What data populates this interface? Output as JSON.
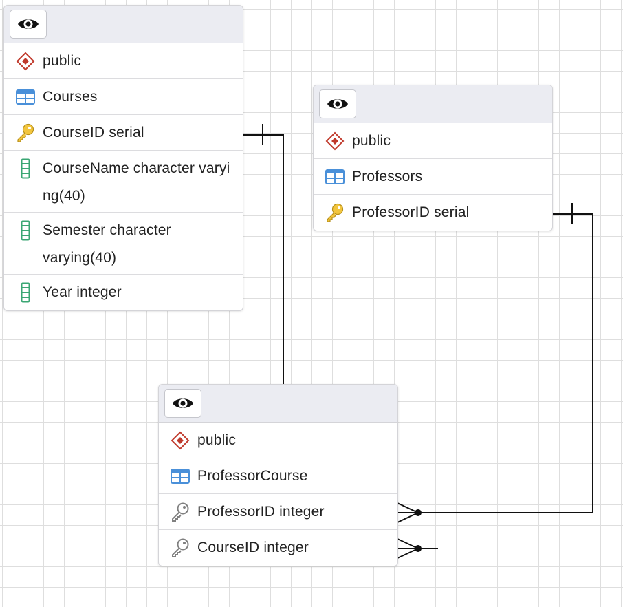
{
  "colors": {
    "schema_icon": "#c0392b",
    "table_icon": "#4a90d9",
    "primary_key_icon": "#f2c53d",
    "column_icon": "#3aa673",
    "foreign_key_icon": "#808080",
    "link_line": "#111111"
  },
  "tables": [
    {
      "header_icon": "eye-icon",
      "schema": "public",
      "name": "Courses",
      "columns": [
        {
          "label": "CourseID serial",
          "kind": "primary-key"
        },
        {
          "label": "CourseName character varying(40)",
          "kind": "column"
        },
        {
          "label": "Semester character varying(40)",
          "kind": "column"
        },
        {
          "label": "Year integer",
          "kind": "column"
        }
      ]
    },
    {
      "header_icon": "eye-icon",
      "schema": "public",
      "name": "Professors",
      "columns": [
        {
          "label": "ProfessorID serial",
          "kind": "primary-key"
        }
      ]
    },
    {
      "header_icon": "eye-icon",
      "schema": "public",
      "name": "ProfessorCourse",
      "columns": [
        {
          "label": "ProfessorID integer",
          "kind": "foreign-key"
        },
        {
          "label": "CourseID integer",
          "kind": "foreign-key"
        }
      ]
    }
  ],
  "relationships": [
    {
      "from": "Courses.CourseID",
      "to": "ProfessorCourse.CourseID",
      "from_end": "one",
      "to_end": "many"
    },
    {
      "from": "Professors.ProfessorID",
      "to": "ProfessorCourse.ProfessorID",
      "from_end": "one",
      "to_end": "many"
    }
  ]
}
